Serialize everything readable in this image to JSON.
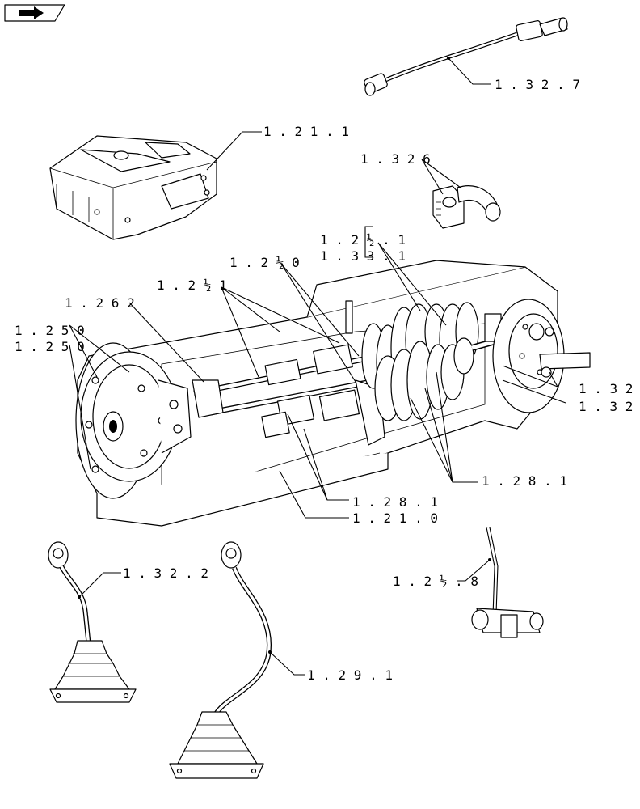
{
  "diagram": {
    "callouts": [
      {
        "id": "c1327",
        "text": "1 . 3 2 . 7"
      },
      {
        "id": "c1211",
        "text": "1 . 2 1 . 1"
      },
      {
        "id": "c1326",
        "text": "1 . 3 2   6"
      },
      {
        "id": "c12x1",
        "text": "1 . 2 ½ . 1"
      },
      {
        "id": "c1331",
        "text": "1 . 3 3 . 1"
      },
      {
        "id": "c12x0",
        "text": "1 . 2 ½   0"
      },
      {
        "id": "c12y1",
        "text": "1 . 2 ½   1"
      },
      {
        "id": "c126_2",
        "text": "1 . 2 6   2"
      },
      {
        "id": "c125_0a",
        "text": "1 . 2 5   0"
      },
      {
        "id": "c125_0b",
        "text": "1 . 2 5   0"
      },
      {
        "id": "c132a",
        "text": "1 . 3 2"
      },
      {
        "id": "c132b",
        "text": "1 . 3 2"
      },
      {
        "id": "c1281a",
        "text": "1 . 2 8 . 1"
      },
      {
        "id": "c1281b",
        "text": "1 . 2 8 . 1"
      },
      {
        "id": "c1210",
        "text": "1 . 2 1 . 0"
      },
      {
        "id": "c1322",
        "text": "1 . 3 2 . 2"
      },
      {
        "id": "c12x8",
        "text": "1 . 2 ½ . 8"
      },
      {
        "id": "c1291",
        "text": "1 . 2 9 . 1"
      }
    ]
  }
}
